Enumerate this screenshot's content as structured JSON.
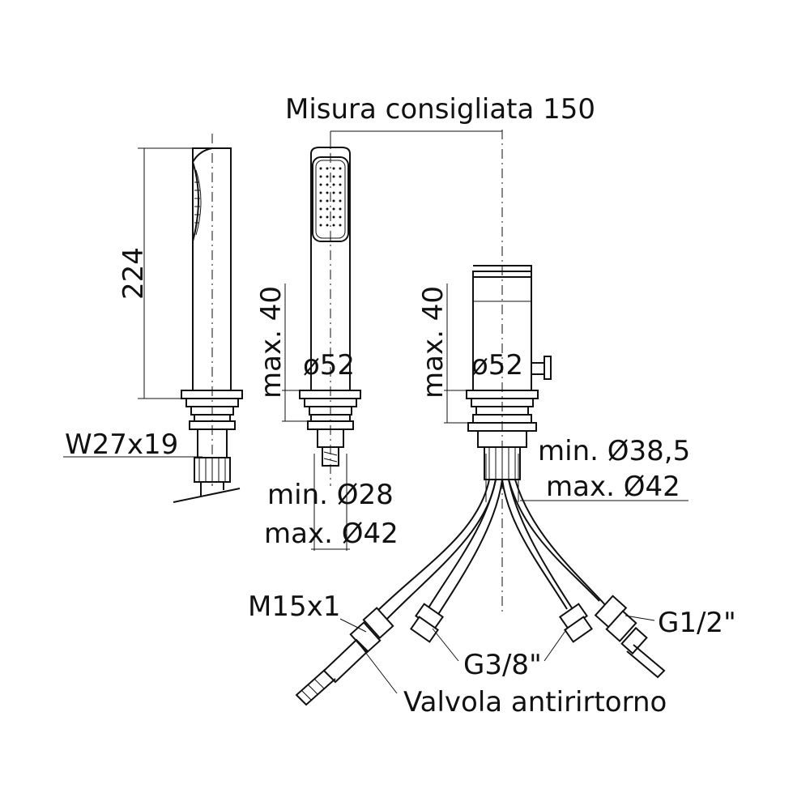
{
  "labels": {
    "recommended": "Misura consigliata 150",
    "height": "224",
    "max40_a": "max. 40",
    "max40_b": "max. 40",
    "dia52_a": "ø52",
    "dia52_b": "ø52",
    "w27": "W27x19",
    "min28": "min. Ø28",
    "max42_a": "max. Ø42",
    "min385": "min. Ø38,5",
    "max42_b": "max. Ø42",
    "m15": "M15x1",
    "g38": "G3/8\"",
    "g12": "G1/2\"",
    "valve": "Valvola antirirtorno"
  }
}
